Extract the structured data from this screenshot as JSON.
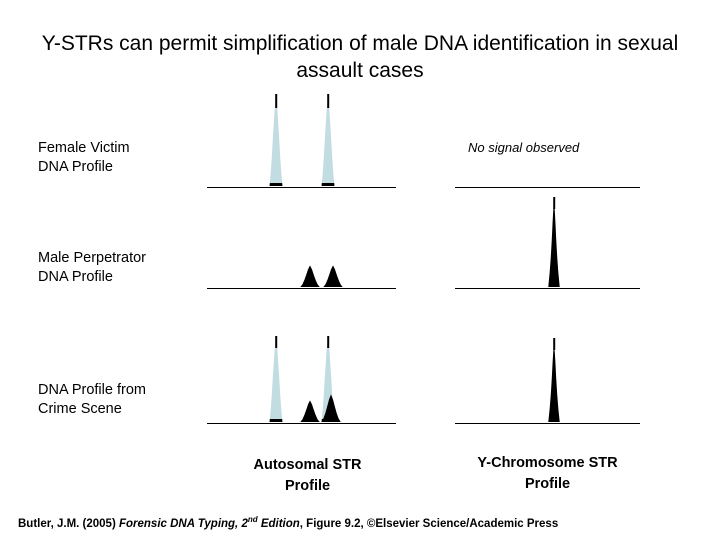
{
  "slide": {
    "title": "Y-STRs can permit simplification of male DNA identification in sexual assault cases",
    "background_color": "#ffffff",
    "peak_fill_color": "#c2dde2",
    "peak_outline_color": "#000000"
  },
  "rows": [
    {
      "id": "female-victim",
      "label": "Female Victim\nDNA Profile",
      "left_panel": {
        "type": "autosomal-str-electropherogram",
        "peaks": [
          {
            "color": "blue",
            "center": 276,
            "width": 18,
            "height": 86
          },
          {
            "color": "blue",
            "center": 328,
            "width": 18,
            "height": 86
          }
        ]
      },
      "right_panel": {
        "type": "y-chromosome-str-electropherogram",
        "note": "No signal observed",
        "peaks": []
      }
    },
    {
      "id": "male-perpetrator",
      "label": "Male Perpetrator\nDNA Profile",
      "left_panel": {
        "type": "autosomal-str-electropherogram",
        "peaks": [
          {
            "color": "black",
            "center": 309,
            "width": 20,
            "height": 22
          },
          {
            "color": "black",
            "center": 332,
            "width": 20,
            "height": 22
          }
        ]
      },
      "right_panel": {
        "type": "y-chromosome-str-electropherogram",
        "peaks": [
          {
            "color": "black",
            "center": 554,
            "width": 16,
            "height": 88
          }
        ]
      }
    },
    {
      "id": "crime-scene",
      "label": "DNA Profile from\nCrime Scene",
      "left_panel": {
        "type": "autosomal-str-electropherogram",
        "peaks": [
          {
            "color": "blue",
            "center": 276,
            "width": 18,
            "height": 82
          },
          {
            "color": "blue",
            "center": 328,
            "width": 18,
            "height": 82
          },
          {
            "color": "black",
            "center": 309,
            "width": 20,
            "height": 22
          },
          {
            "color": "black",
            "center": 331,
            "width": 20,
            "height": 27
          }
        ]
      },
      "right_panel": {
        "type": "y-chromosome-str-electropherogram",
        "peaks": [
          {
            "color": "black",
            "center": 554,
            "width": 16,
            "height": 82
          }
        ]
      }
    }
  ],
  "captions": {
    "autosomal": "Autosomal STR\nProfile",
    "ychromosome": "Y-Chromosome STR\nProfile"
  },
  "citation": {
    "author_year": "Butler, J.M. (2005) ",
    "work_italic": "Forensic DNA Typing, 2",
    "edition_sup": "nd",
    "edition_rest": " Edition",
    "tail": ", Figure 9.2, ©Elsevier Science/Academic Press"
  }
}
